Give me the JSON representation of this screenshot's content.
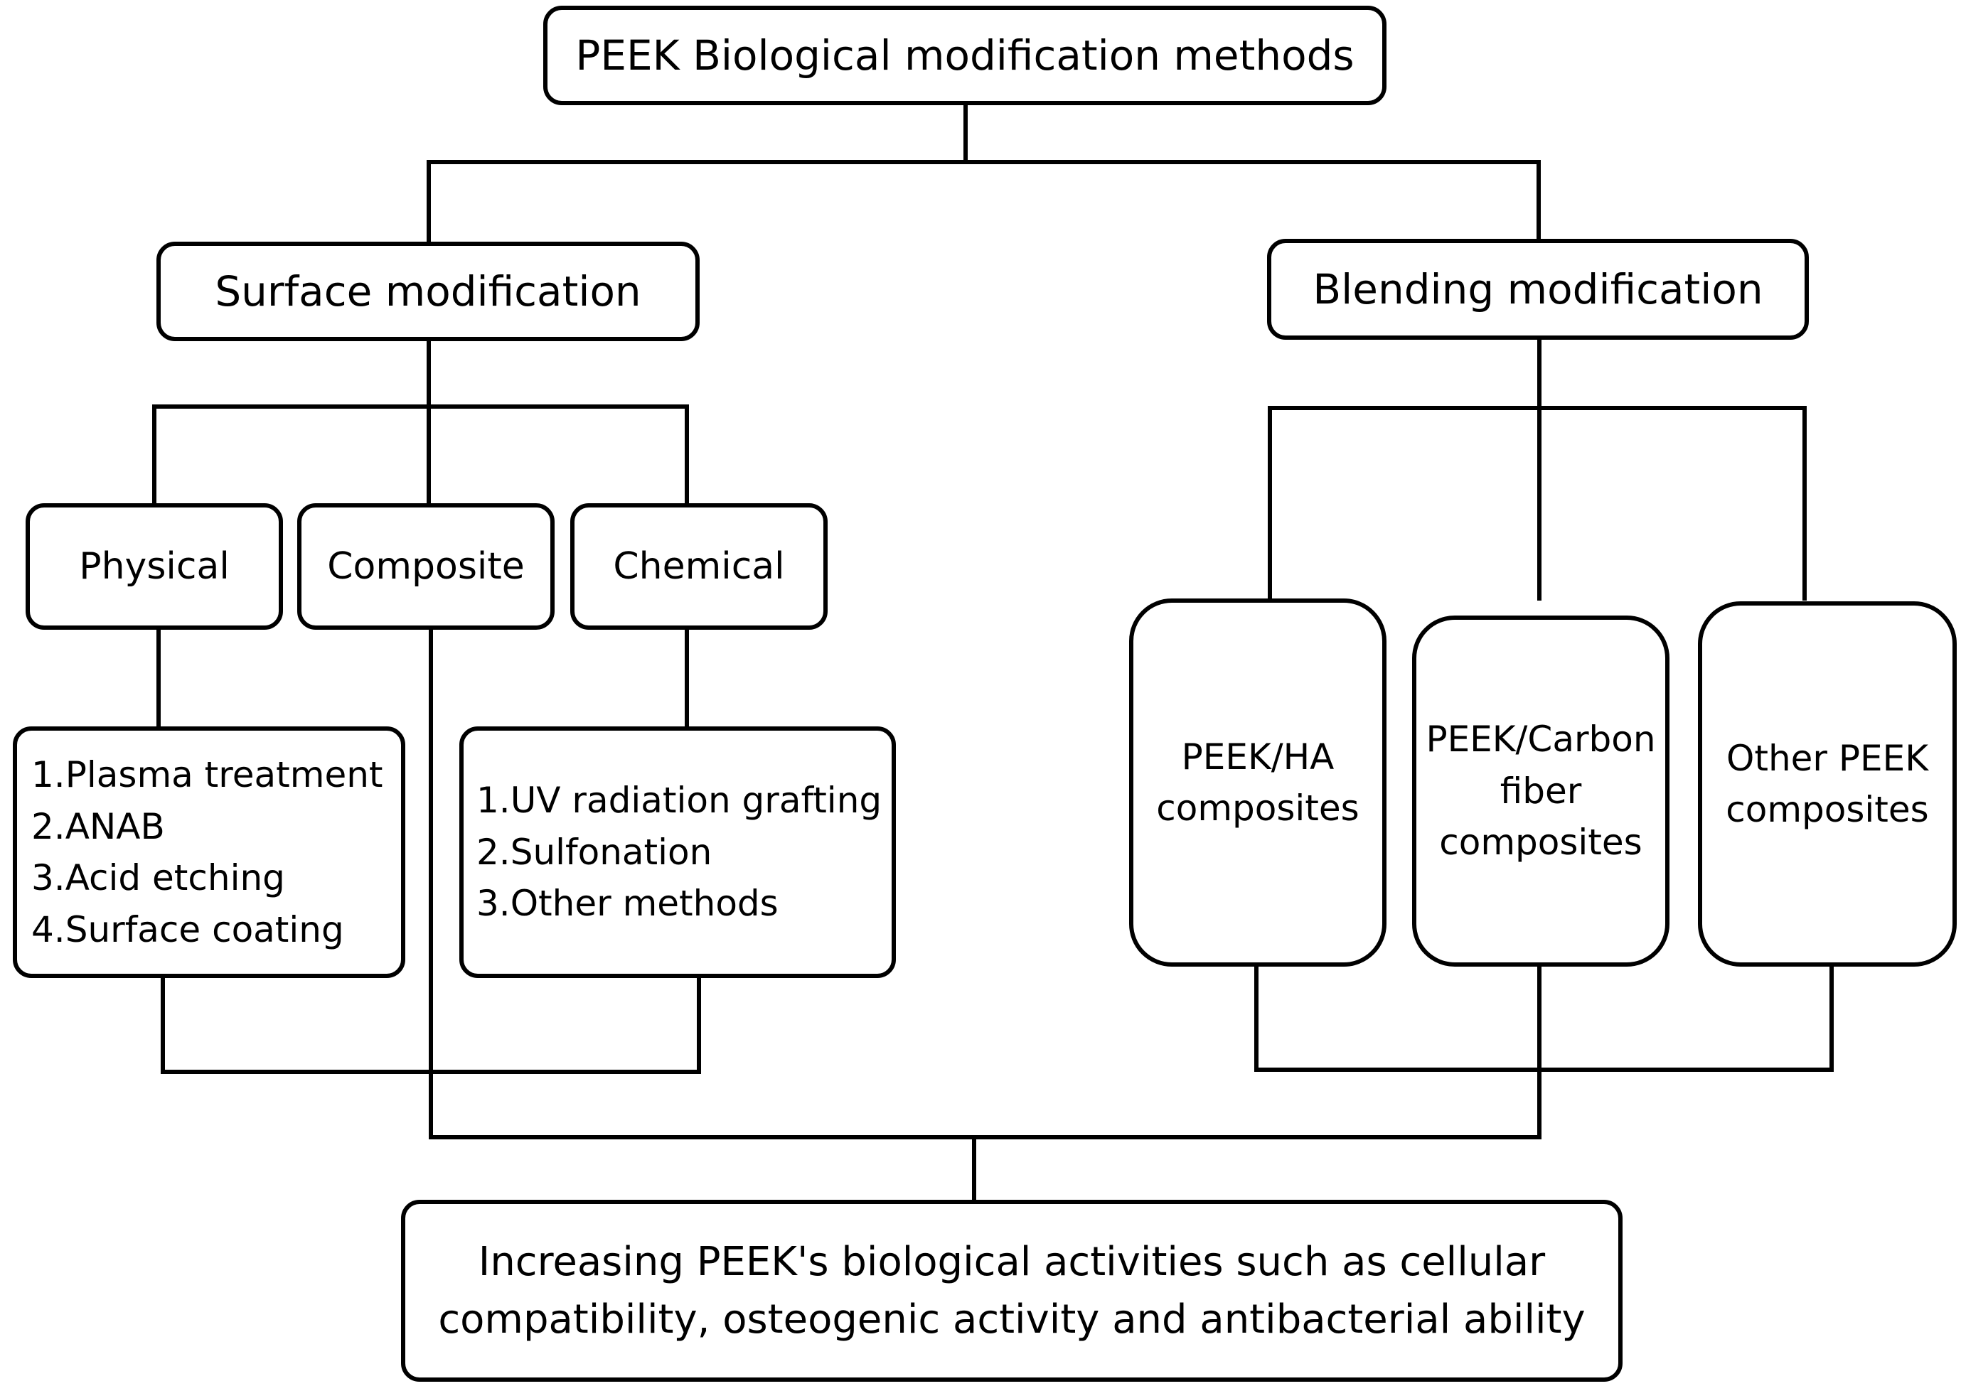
{
  "diagram": {
    "title": "PEEK Biological modification methods",
    "surface": {
      "label": "Surface modification",
      "physical": {
        "label": "Physical",
        "methods": [
          "1.Plasma treatment",
          "2.ANAB",
          "3.Acid etching",
          "4.Surface coating"
        ]
      },
      "composite": {
        "label": "Composite"
      },
      "chemical": {
        "label": "Chemical",
        "methods": [
          "1.UV radiation grafting",
          "2.Sulfonation",
          "3.Other methods"
        ]
      }
    },
    "blending": {
      "label": "Blending modification",
      "composites": [
        {
          "lines": [
            "PEEK/HA",
            "composites"
          ]
        },
        {
          "lines": [
            "PEEK/Carbon",
            "fiber",
            "composites"
          ]
        },
        {
          "lines": [
            "Other PEEK",
            "composites"
          ]
        }
      ]
    },
    "outcome": {
      "lines": [
        "Increasing PEEK's biological activities such as cellular",
        "compatibility, osteogenic activity and antibacterial ability"
      ]
    }
  }
}
